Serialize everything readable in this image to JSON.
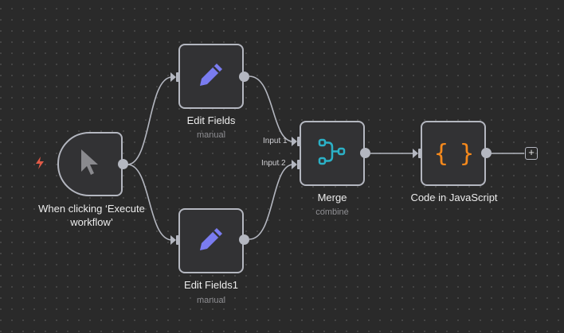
{
  "canvas": {
    "background_color": "#2a2a2a",
    "connection_color": "#b4b7c0"
  },
  "nodes": {
    "trigger": {
      "label": "When clicking ‘Execute workflow’",
      "label_line1": "When clicking ‘Execute",
      "label_line2": "workflow’",
      "icon": "cursor-pointer-icon",
      "badge_icon": "lightning-bolt-icon",
      "badge_glyph": "ϟ",
      "badge_color": "#e05a47"
    },
    "edit_fields": {
      "label": "Edit Fields",
      "subtitle": "manual",
      "icon": "pencil-icon",
      "icon_color": "#7a7cf0"
    },
    "edit_fields1": {
      "label": "Edit Fields1",
      "subtitle": "manual",
      "icon": "pencil-icon",
      "icon_color": "#7a7cf0"
    },
    "merge": {
      "label": "Merge",
      "subtitle": "combine",
      "icon": "merge-icon",
      "icon_color": "#2bb1c7",
      "inputs": [
        "Input 1",
        "Input 2"
      ]
    },
    "code": {
      "label": "Code in JavaScript",
      "icon": "code-braces-icon",
      "icon_glyph": "{ }",
      "icon_color": "#f5891c"
    }
  },
  "add_node_button": {
    "glyph": "+"
  }
}
